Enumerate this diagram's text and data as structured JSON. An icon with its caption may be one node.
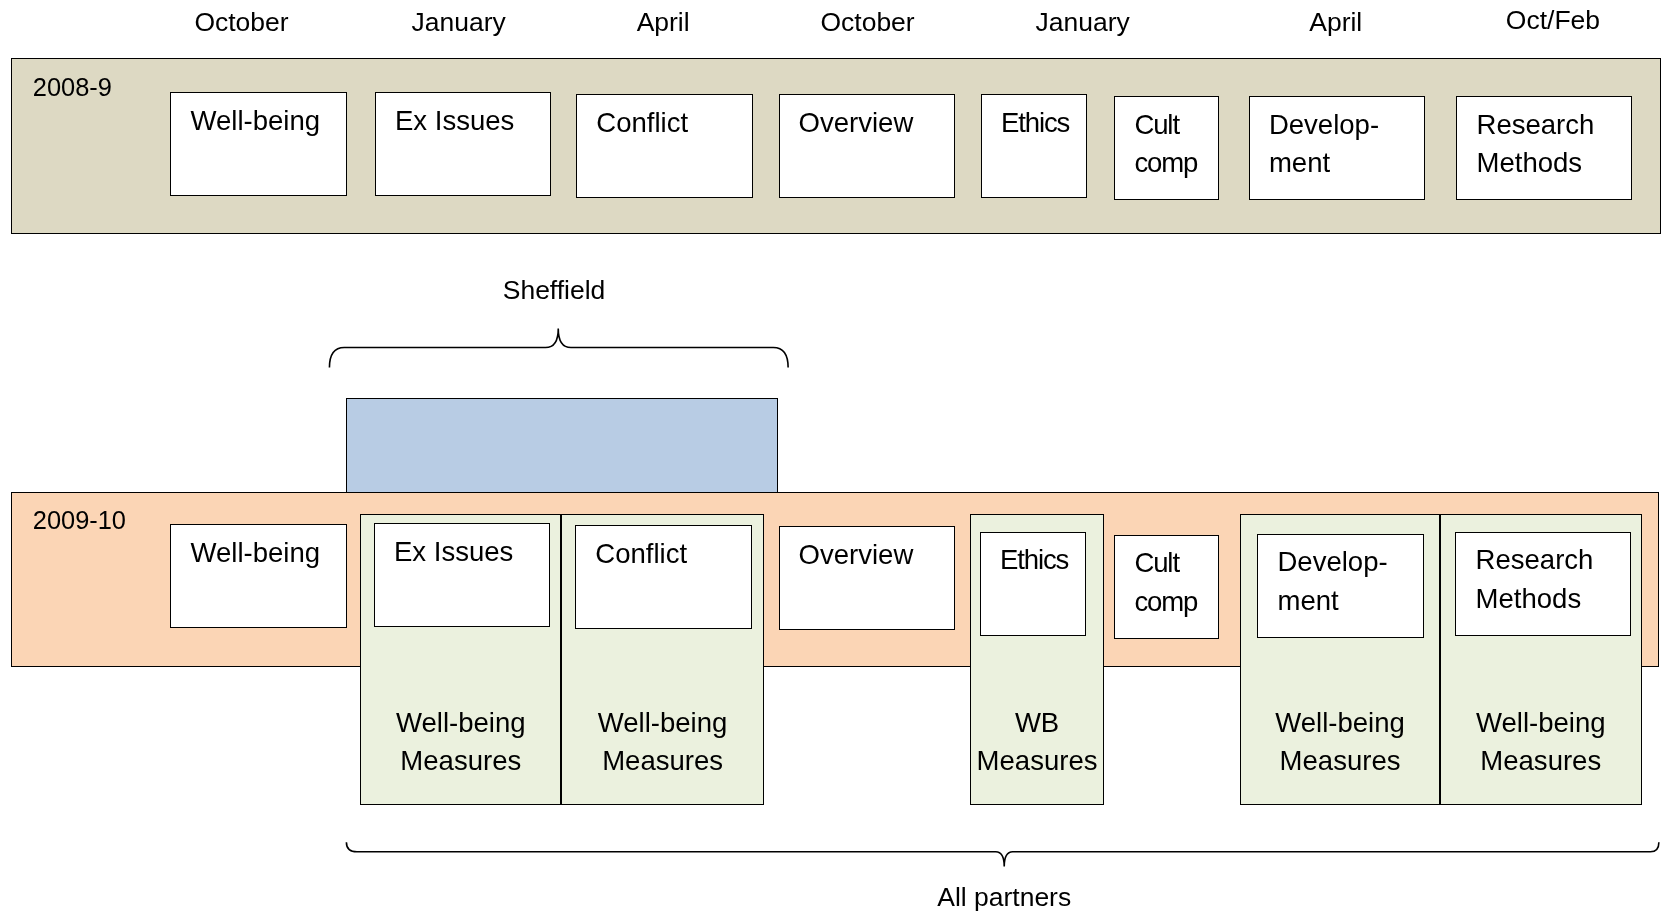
{
  "diagram": {
    "nodes": [
      {
        "text": [
          "2008-9"
        ]
      },
      {
        "text": [
          "Well-being"
        ],
        "in": 0
      },
      {
        "text": [
          "Ex Issues"
        ],
        "in": 0
      },
      {
        "text": [
          "Conflict"
        ],
        "in": 0
      },
      {
        "text": [
          "Overview"
        ],
        "in": 0
      },
      {
        "text": [
          "Ethics"
        ],
        "in": 0
      },
      {
        "text": [
          "Cult comp"
        ],
        "in": 0
      },
      {
        "text": [
          "Develop- ment"
        ],
        "in": 0
      },
      {
        "text": [
          "Research Methods"
        ],
        "in": 0
      },
      {
        "text": [],
        "shape": "box"
      },
      {
        "text": [
          "2009-10"
        ]
      },
      {
        "text": [
          "Well-being"
        ],
        "in": 10
      },
      {
        "text": [
          "Well-being Measures"
        ]
      },
      {
        "text": [
          "Ex Issues"
        ]
      },
      {
        "text": [
          "Well-being Measures"
        ]
      },
      {
        "text": [
          "Conflict"
        ]
      },
      {
        "text": [
          "Overview"
        ],
        "in": 10
      },
      {
        "text": [
          "WB Measures"
        ]
      },
      {
        "text": [
          "Ethics"
        ]
      },
      {
        "text": [
          "Cult comp"
        ],
        "in": 10
      },
      {
        "text": [
          "Well-being Measures"
        ]
      },
      {
        "text": [
          "Develop- ment"
        ]
      },
      {
        "text": [
          "Well-being Measures"
        ]
      },
      {
        "text": [
          "Research Methods"
        ]
      }
    ],
    "labels": [
      "October",
      "January",
      "April",
      "October",
      "January",
      "April",
      "Oct/Feb",
      "Sheffield",
      "All partners"
    ]
  }
}
